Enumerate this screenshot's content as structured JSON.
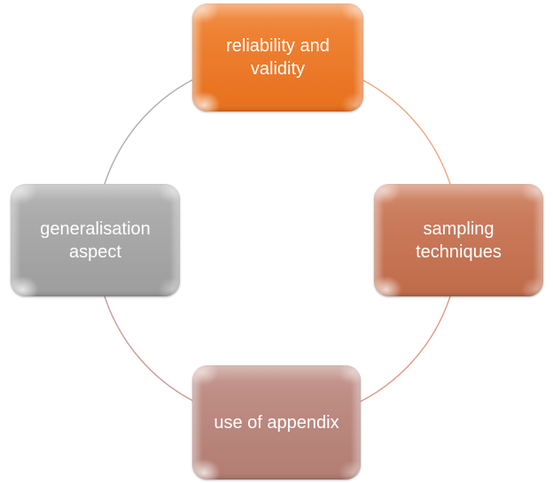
{
  "diagram": {
    "type": "cycle",
    "background_color": "#FFFFFF",
    "text_color": "#FFFFFF",
    "nodes": [
      {
        "position": "top",
        "label": "reliability and validity",
        "color_top": "#F1883B",
        "color_bottom": "#E7701D"
      },
      {
        "position": "right",
        "label": "sampling techniques",
        "color_top": "#CF8263",
        "color_bottom": "#BF6B4A"
      },
      {
        "position": "bottom",
        "label": "use of appendix",
        "color_top": "#C2928A",
        "color_bottom": "#B27D72"
      },
      {
        "position": "left",
        "label": "generalisation aspect",
        "color_top": "#B2B1B1",
        "color_bottom": "#9D9D9D"
      }
    ],
    "arcs": [
      {
        "from": "left",
        "to": "top",
        "color": "#ACACAC"
      },
      {
        "from": "top",
        "to": "right",
        "color": "#EDA67F"
      },
      {
        "from": "right",
        "to": "bottom",
        "color": "#DE9A84"
      },
      {
        "from": "bottom",
        "to": "left",
        "color": "#C99B93"
      }
    ]
  }
}
